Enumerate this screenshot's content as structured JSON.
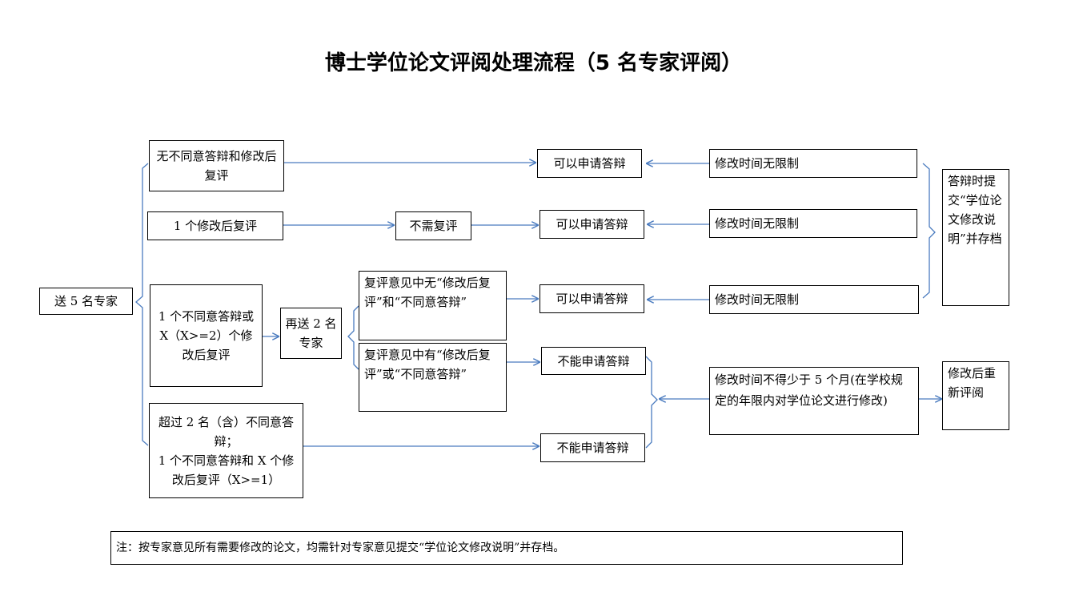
{
  "title": "博士学位论文评阅处理流程（5 名专家评阅）",
  "send5": "送 5 名专家",
  "case_none": "无不同意答辩和修改后复评",
  "case_one": "1 个修改后复评",
  "case_mixed": "1 个不同意答辩或 X（X>=2）个修改后复评",
  "case_over2": [
    "超过 2 名（含）不同意答辩；",
    "1 个不同意答辩和 X 个修改后复评（X>=1）"
  ],
  "no_review": "不需复评",
  "resend2": "再送 2 名专家",
  "review_no": "复评意见中无“修改后复评”和“不同意答辩”",
  "review_has": "复评意见中有“修改后复评”或“不同意答辩”",
  "can_apply": "可以申请答辩",
  "cannot_apply": "不能申请答辩",
  "no_limit": "修改时间无限制",
  "five_months": "修改时间不得少于 5 个月(在学校规定的年限内对学位论文进行修改)",
  "submit_note": "答辩时提交“学位论文修改说明”并存档",
  "re_review": "修改后重新评阅",
  "footnote": "注：按专家意见所有需要修改的论文，均需针对专家意见提交“学位论文修改说明”并存档。",
  "colors": {
    "arrow": "#4a7bbf",
    "border": "#000000"
  }
}
